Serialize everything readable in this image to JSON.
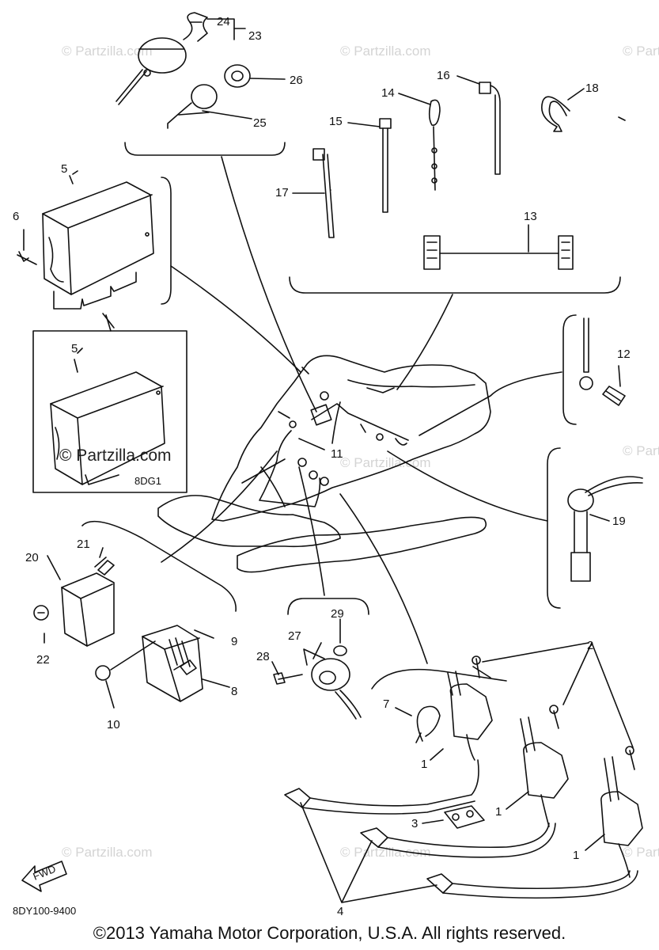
{
  "callouts": {
    "n1": "1",
    "n2": "2",
    "n3": "3",
    "n4": "4",
    "n5": "5",
    "n6": "6",
    "n7": "7",
    "n8": "8",
    "n9": "9",
    "n10": "10",
    "n11": "11",
    "n12": "12",
    "n13": "13",
    "n14": "14",
    "n15": "15",
    "n16": "16",
    "n17": "17",
    "n18": "18",
    "n19": "19",
    "n20": "20",
    "n21": "21",
    "n22": "22",
    "n23": "23",
    "n24": "24",
    "n25": "25",
    "n26": "26",
    "n27": "27",
    "n28": "28",
    "n29": "29"
  },
  "inset_code": "8DG1",
  "fwd_label": "FWD",
  "diagram_code": "8DY100-9400",
  "watermark": "© Partzilla.com",
  "watermark_strong": "© Partzilla.com",
  "copyright": "©2013  Yamaha Motor Corporation, U.S.A. All rights reserved."
}
